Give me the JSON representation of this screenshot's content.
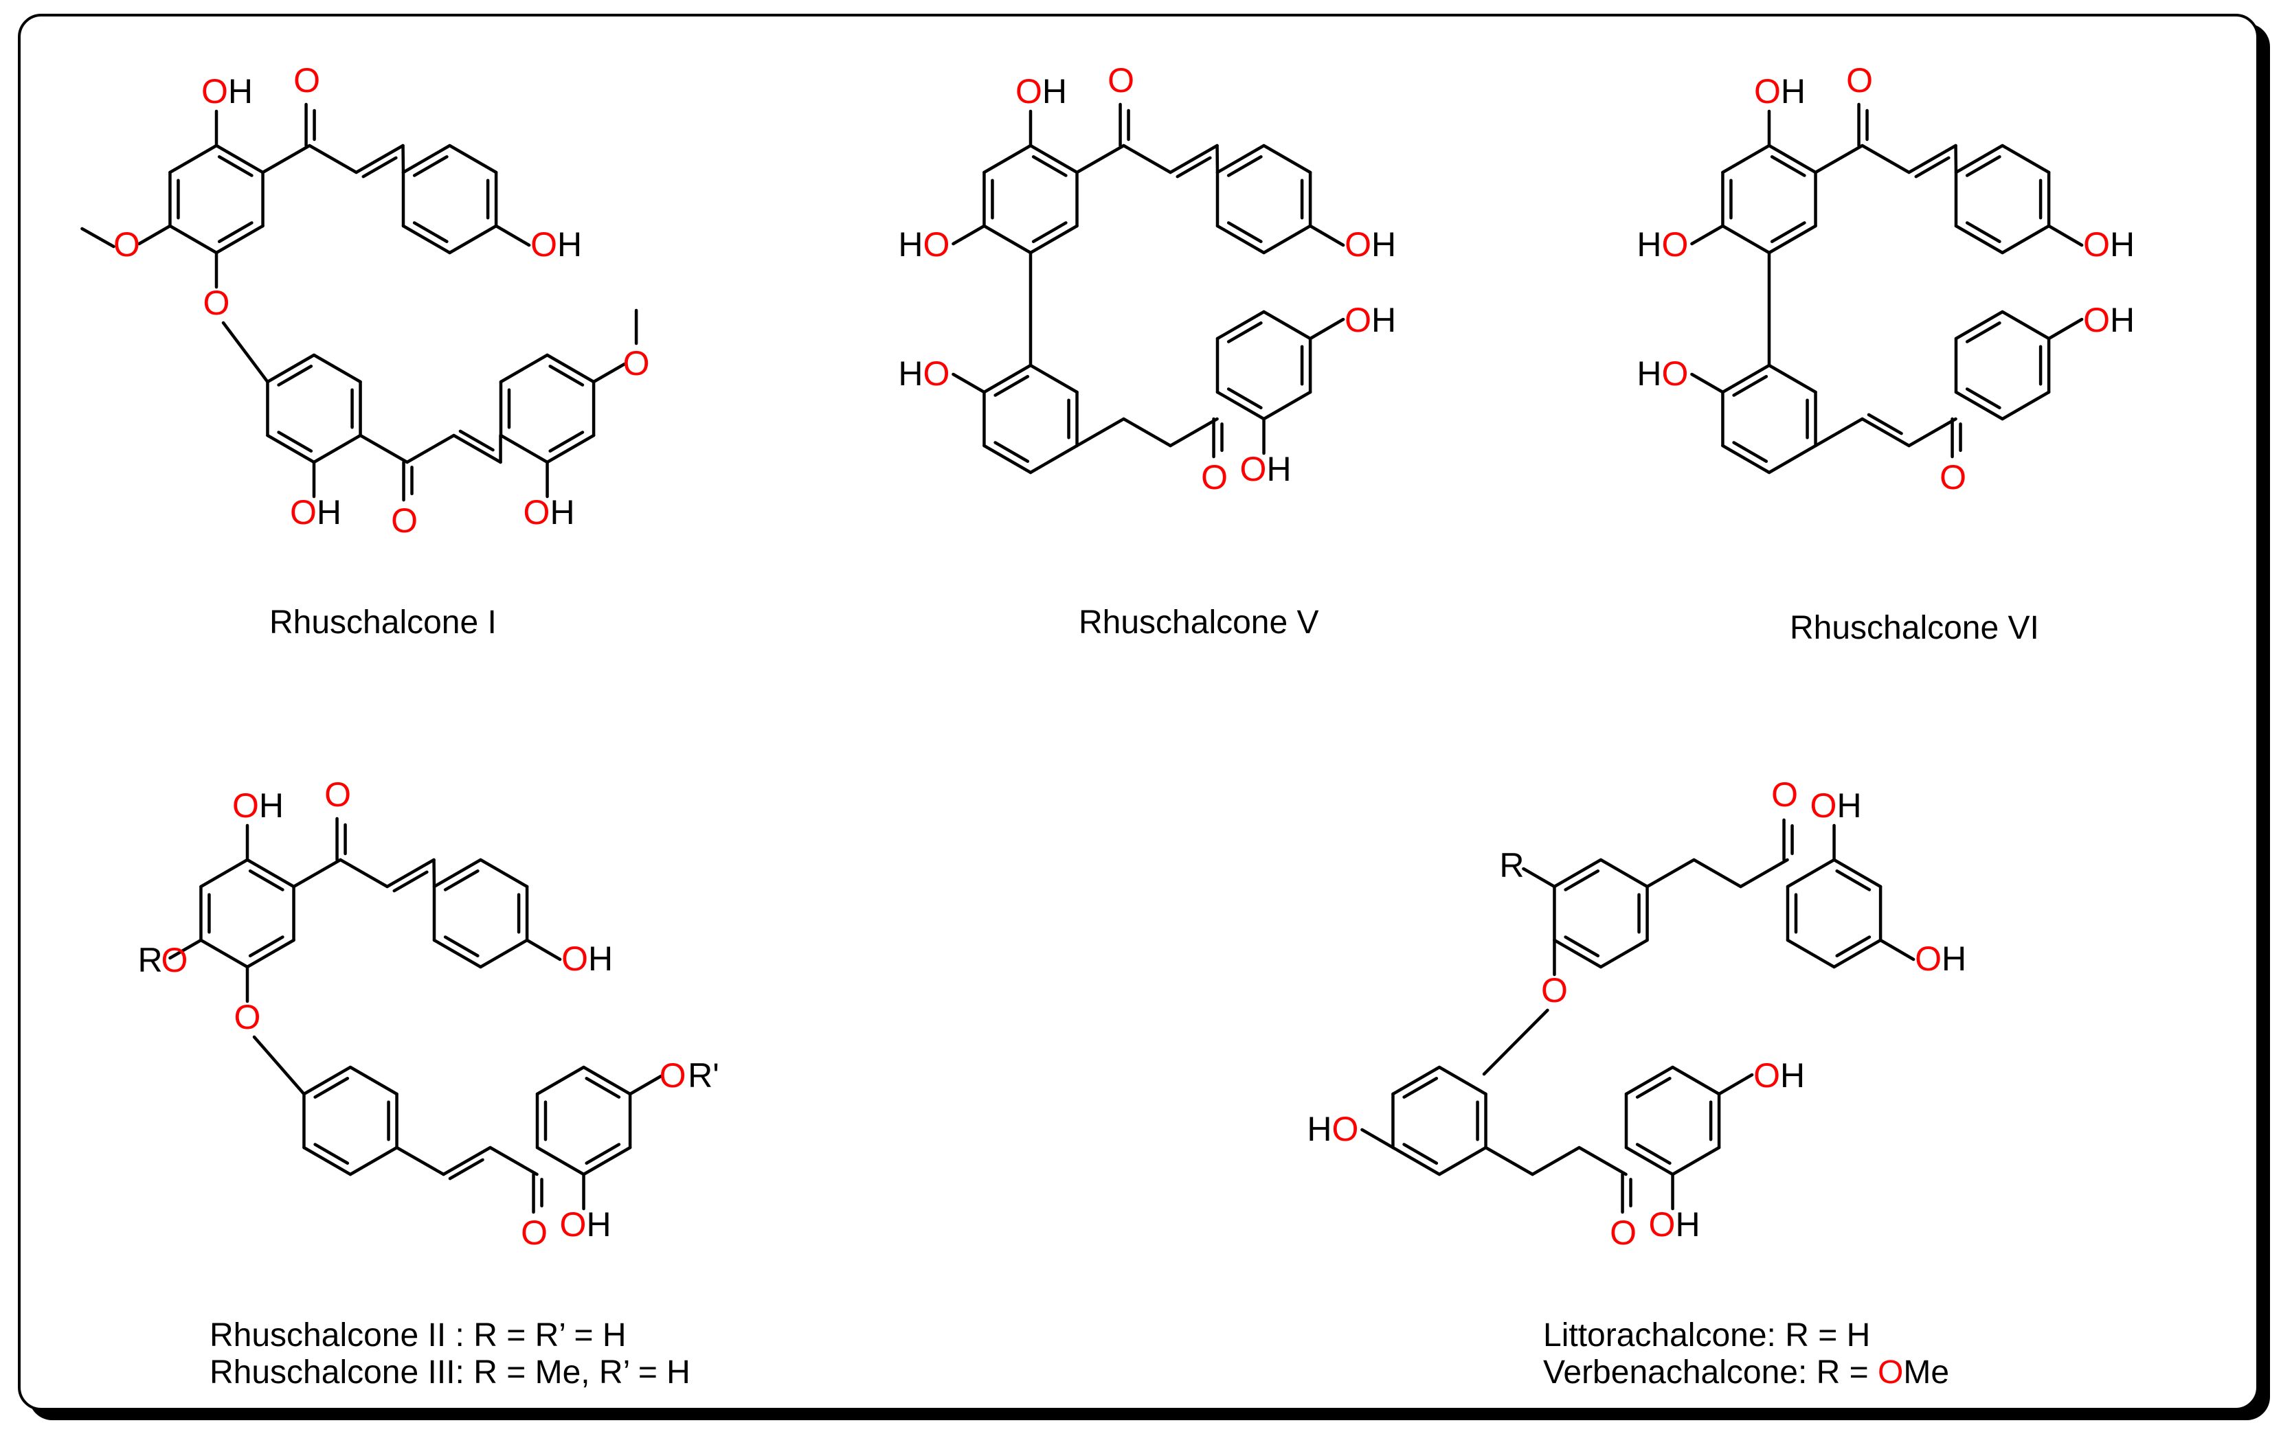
{
  "captions": {
    "c1": "Rhuschalcone I",
    "c5": "Rhuschalcone V",
    "c6": "Rhuschalcone VI",
    "c23_line1": "Rhuschalcone II : R = R’ = H",
    "c23_line2": "Rhuschalcone III: R = Me, R’ = H",
    "lv_line1": "Littorachalcone: R = H",
    "lv_line2_pre": "Verbenachalcone: R = ",
    "lv_line2_o": "O",
    "lv_line2_post": "Me"
  },
  "atoms": {
    "OH": "OH",
    "HO": "HO",
    "O": "O",
    "H": "H",
    "R": "R",
    "Rp": "R'"
  },
  "colors": {
    "heteroatom": "#ff0000",
    "bond": "#000000"
  }
}
